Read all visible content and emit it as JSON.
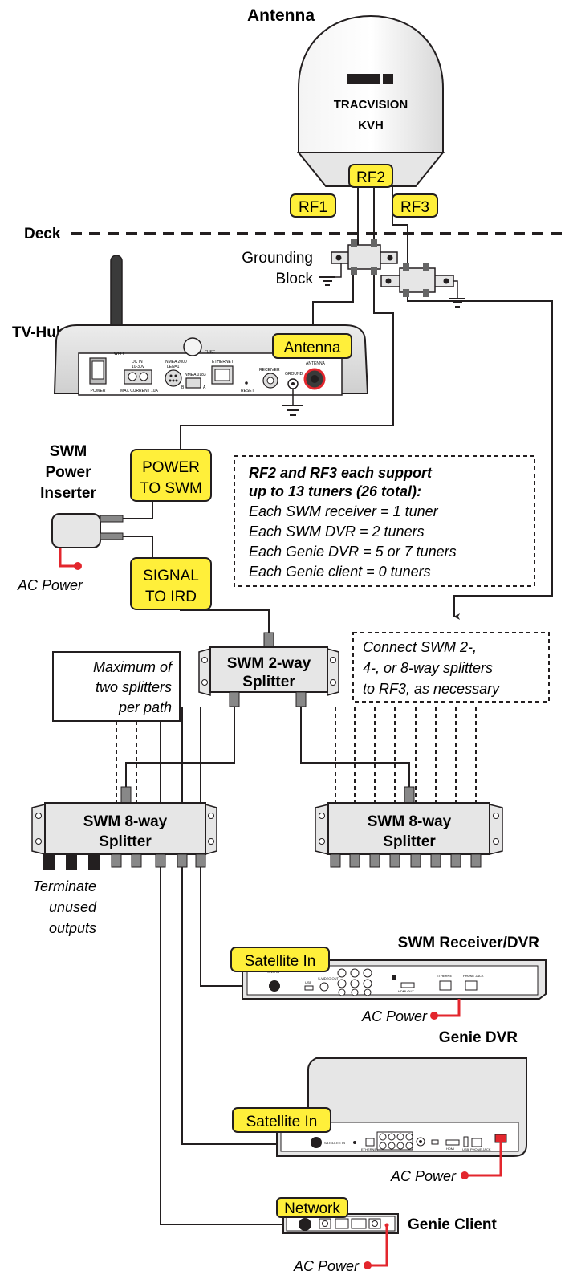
{
  "antenna": {
    "title": "Antenna",
    "brand": "TRACVISION",
    "logo": "KVH",
    "ports": [
      "RF1",
      "RF2",
      "RF3"
    ]
  },
  "deck_label": "Deck",
  "grounding_block": [
    "Grounding",
    "Block"
  ],
  "tvhub": {
    "title": "TV-Hub",
    "antenna_tag": "Antenna",
    "panel": {
      "power": "POWER",
      "wifi": "WI-FI",
      "dc_in": "DC IN",
      "volts": "10-30V",
      "max_current": "MAX CURRENT 10A",
      "nmea2000": "NMEA 2000",
      "len": "LEN=1",
      "nmea0183": "NMEA 0183",
      "b": "B",
      "a": "A",
      "fuse": "FUSE",
      "ethernet": "ETHERNET",
      "reset": "RESET",
      "receiver": "RECEIVER",
      "ground": "GROUND",
      "antenna": "ANTENNA"
    }
  },
  "swm_power_inserter": {
    "title": [
      "SWM",
      "Power",
      "Inserter"
    ],
    "power_tag": [
      "POWER",
      "TO SWM"
    ],
    "signal_tag": [
      "SIGNAL",
      "TO IRD"
    ],
    "ac": "AC Power"
  },
  "note_tuners": {
    "heading": [
      "RF2 and RF3 each support",
      "up to 13 tuners (26 total):"
    ],
    "lines": [
      "Each SWM receiver = 1 tuner",
      "Each SWM DVR = 2 tuners",
      "Each Genie DVR = 5 or 7 tuners",
      "Each Genie client = 0 tuners"
    ]
  },
  "note_max": [
    "Maximum of",
    "two splitters",
    "per path"
  ],
  "note_rf3": [
    "Connect SWM 2-,",
    "4-, or 8-way splitters",
    "to RF3, as necessary"
  ],
  "splitter2": [
    "SWM 2-way",
    "Splitter"
  ],
  "splitter8_left": [
    "SWM 8-way",
    "Splitter"
  ],
  "splitter8_right": [
    "SWM 8-way",
    "Splitter"
  ],
  "terminate": [
    "Terminate",
    "unused",
    "outputs"
  ],
  "swm_receiver": {
    "title": "SWM Receiver/DVR",
    "tag": "Satellite In",
    "ac": "AC Power",
    "port_labels": [
      "SWM IN",
      "USB",
      "S-VIDEO OUT",
      "HDMI OUT",
      "ETHERNET",
      "PHONE JACK"
    ]
  },
  "genie_dvr": {
    "title": "Genie DVR",
    "tag": "Satellite In",
    "ac": "AC Power",
    "port_labels": [
      "SATELLITE IN",
      "ETHERNET",
      "HDMI",
      "USB",
      "PHONE JACK"
    ]
  },
  "genie_client": {
    "title": "Genie Client",
    "tag": "Network",
    "ac": "AC Power"
  },
  "colors": {
    "tag_fill": "#ffef3a",
    "device_fill": "#e6e6e6",
    "ac_red": "#e3262d",
    "line": "#231f20"
  }
}
